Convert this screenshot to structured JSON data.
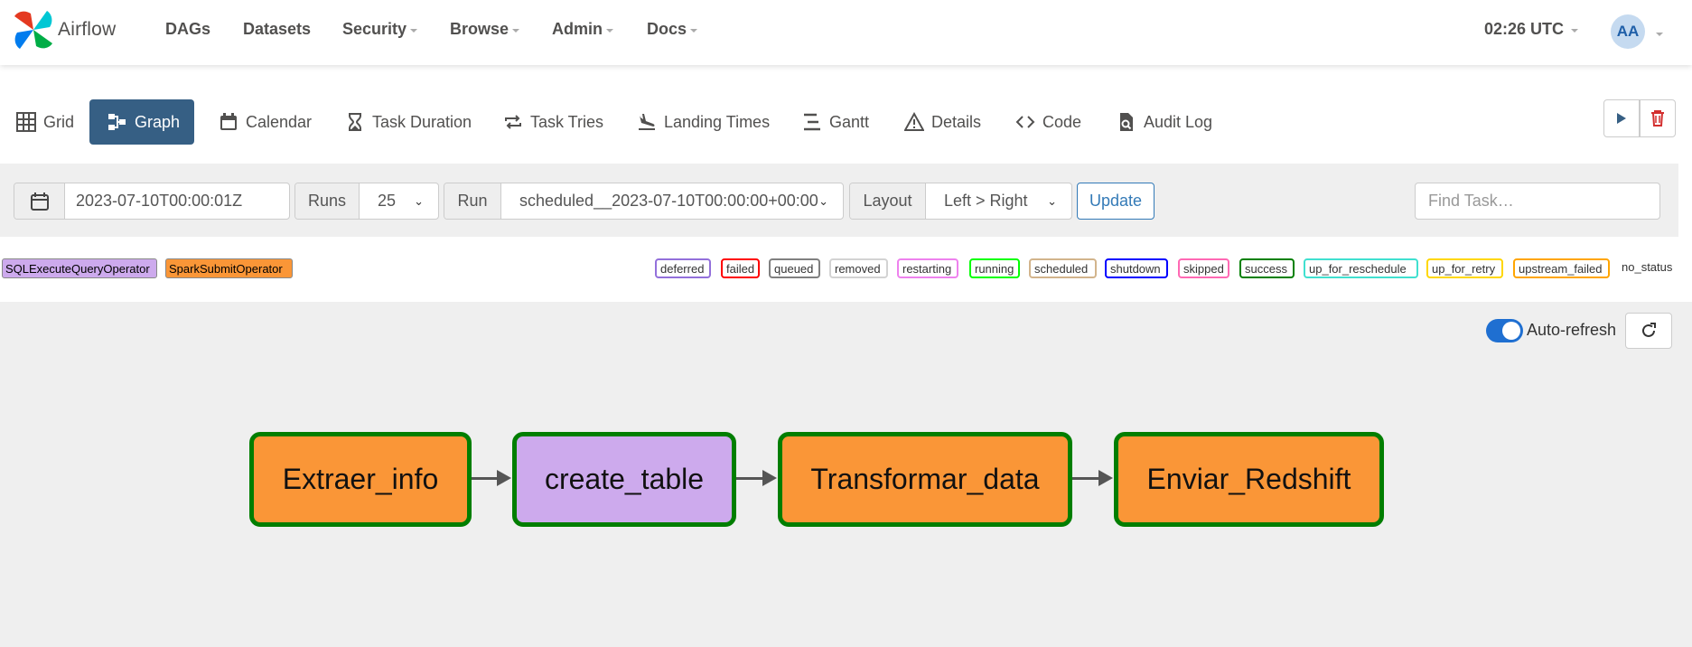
{
  "app": {
    "brand": "Airflow",
    "time": "02:26 UTC",
    "user_initials": "AA"
  },
  "nav": [
    "DAGs",
    "Datasets",
    "Security",
    "Browse",
    "Admin",
    "Docs"
  ],
  "tabs": [
    "Grid",
    "Graph",
    "Calendar",
    "Task Duration",
    "Task Tries",
    "Landing Times",
    "Gantt",
    "Details",
    "Code",
    "Audit Log"
  ],
  "filters": {
    "date": "2023-07-10T00:00:01Z",
    "runs_label": "Runs",
    "runs_value": "25",
    "run_label": "Run",
    "run_value": "scheduled__2023-07-10T00:00:00+00:00",
    "layout_label": "Layout",
    "layout_value": "Left > Right",
    "update": "Update",
    "find_placeholder": "Find Task…"
  },
  "operators": [
    {
      "name": "SQLExecuteQueryOperator",
      "color": "#cdaaed"
    },
    {
      "name": "SparkSubmitOperator",
      "color": "#fa9637"
    }
  ],
  "statuses": [
    {
      "name": "deferred",
      "color": "mediumpurple"
    },
    {
      "name": "failed",
      "color": "red"
    },
    {
      "name": "queued",
      "color": "gray"
    },
    {
      "name": "removed",
      "color": "lightgrey"
    },
    {
      "name": "restarting",
      "color": "violet"
    },
    {
      "name": "running",
      "color": "lime"
    },
    {
      "name": "scheduled",
      "color": "tan"
    },
    {
      "name": "shutdown",
      "color": "blue"
    },
    {
      "name": "skipped",
      "color": "hotpink"
    },
    {
      "name": "success",
      "color": "green"
    },
    {
      "name": "up_for_reschedule",
      "color": "turquoise"
    },
    {
      "name": "up_for_retry",
      "color": "gold"
    },
    {
      "name": "upstream_failed",
      "color": "orange"
    }
  ],
  "no_status": "no_status",
  "auto_refresh": "Auto-refresh",
  "tasks": [
    {
      "name": "Extraer_info",
      "operator": "SparkSubmitOperator",
      "state": "success"
    },
    {
      "name": "create_table",
      "operator": "SQLExecuteQueryOperator",
      "state": "success"
    },
    {
      "name": "Transformar_data",
      "operator": "SparkSubmitOperator",
      "state": "success"
    },
    {
      "name": "Enviar_Redshift",
      "operator": "SparkSubmitOperator",
      "state": "success"
    }
  ]
}
